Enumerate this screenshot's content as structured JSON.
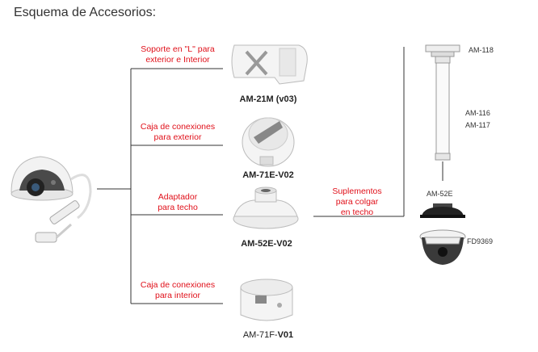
{
  "title": "Esquema de Accesorios:",
  "branches": [
    {
      "label_line1": "Soporte en \"L\" para",
      "label_line2": "exterior e Interior",
      "model": "AM-21M (v03)"
    },
    {
      "label_line1": "Caja de conexiones",
      "label_line2": "para exterior",
      "model": "AM-71E-V02"
    },
    {
      "label_line1": "Adaptador",
      "label_line2": "para techo",
      "model": "AM-52E-V02"
    },
    {
      "label_line1": "Caja de conexiones",
      "label_line2": "para interior",
      "model_prefix": "AM-71F-",
      "model_suffix": "V01"
    }
  ],
  "extension": {
    "line1": "Suplementos",
    "line2": "para colgar",
    "line3": "en techo"
  },
  "right_parts": {
    "top_mount": "AM-118",
    "pole_a": "AM-116",
    "pole_b": "AM-117",
    "adapter": "AM-52E",
    "camera": "FD9369"
  }
}
